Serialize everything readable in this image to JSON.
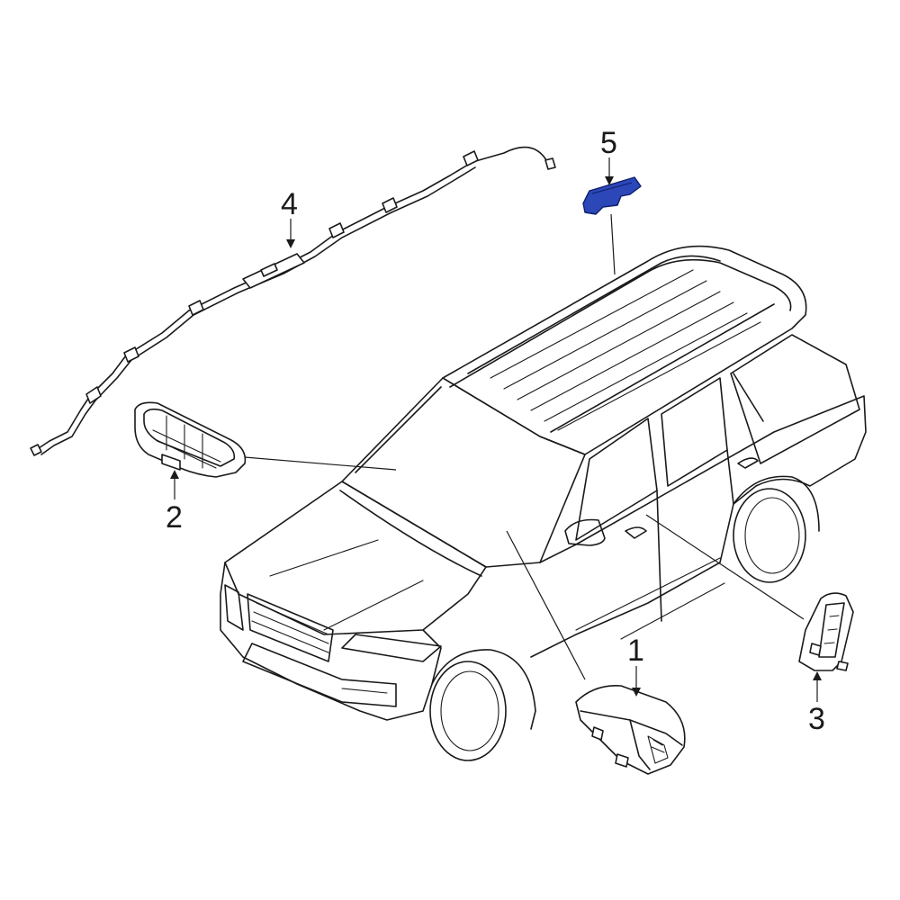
{
  "colors": {
    "highlight": "#2b47b8",
    "highlight_stroke": "#0f1f6b",
    "line": "#1a1a1a",
    "background": "#ffffff"
  },
  "callouts": {
    "c1": "1",
    "c2": "2",
    "c3": "3",
    "c4": "4",
    "c5": "5"
  },
  "highlighted_part": "5"
}
